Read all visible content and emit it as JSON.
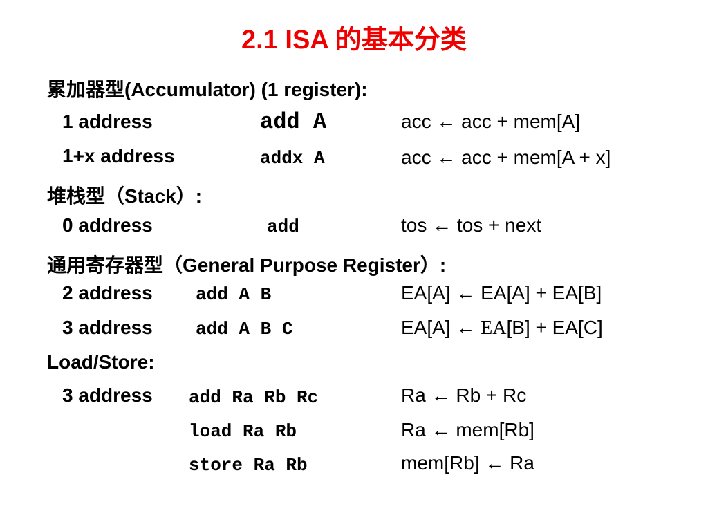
{
  "title": "2.1 ISA 的基本分类",
  "sections": {
    "accumulator": "累加器型(Accumulator) (1 register):",
    "stack": "堆栈型（Stack）:",
    "gpr": "通用寄存器型（General Purpose Register）:",
    "loadstore": "Load/Store:"
  },
  "rows": [
    {
      "label": "1 address",
      "code": "add A",
      "rtl": [
        "acc ← acc + mem[A]"
      ]
    },
    {
      "label": "1+x address",
      "code": "addx A",
      "rtl": [
        "acc ← acc + mem[A + x]"
      ]
    },
    {
      "label": "0 address",
      "code": "add",
      "rtl": [
        "tos ← tos + next"
      ]
    },
    {
      "label": "2 address",
      "code": "add A B",
      "rtl": [
        "EA[A] ← EA[A] + EA[B]"
      ]
    },
    {
      "label": "3 address",
      "code": "add A B C",
      "rtl": [
        "EA[A] ← ",
        "EA",
        "[B] + EA[C]"
      ]
    },
    {
      "label": "3 address",
      "code": "add Ra Rb Rc",
      "rtl": [
        "Ra ← Rb + Rc"
      ]
    },
    {
      "label": "",
      "code": "load Ra Rb",
      "rtl": [
        "Ra ← mem[Rb]"
      ]
    },
    {
      "label": "",
      "code": "store Ra Rb",
      "rtl": [
        "mem[Rb] ← Ra"
      ]
    }
  ]
}
